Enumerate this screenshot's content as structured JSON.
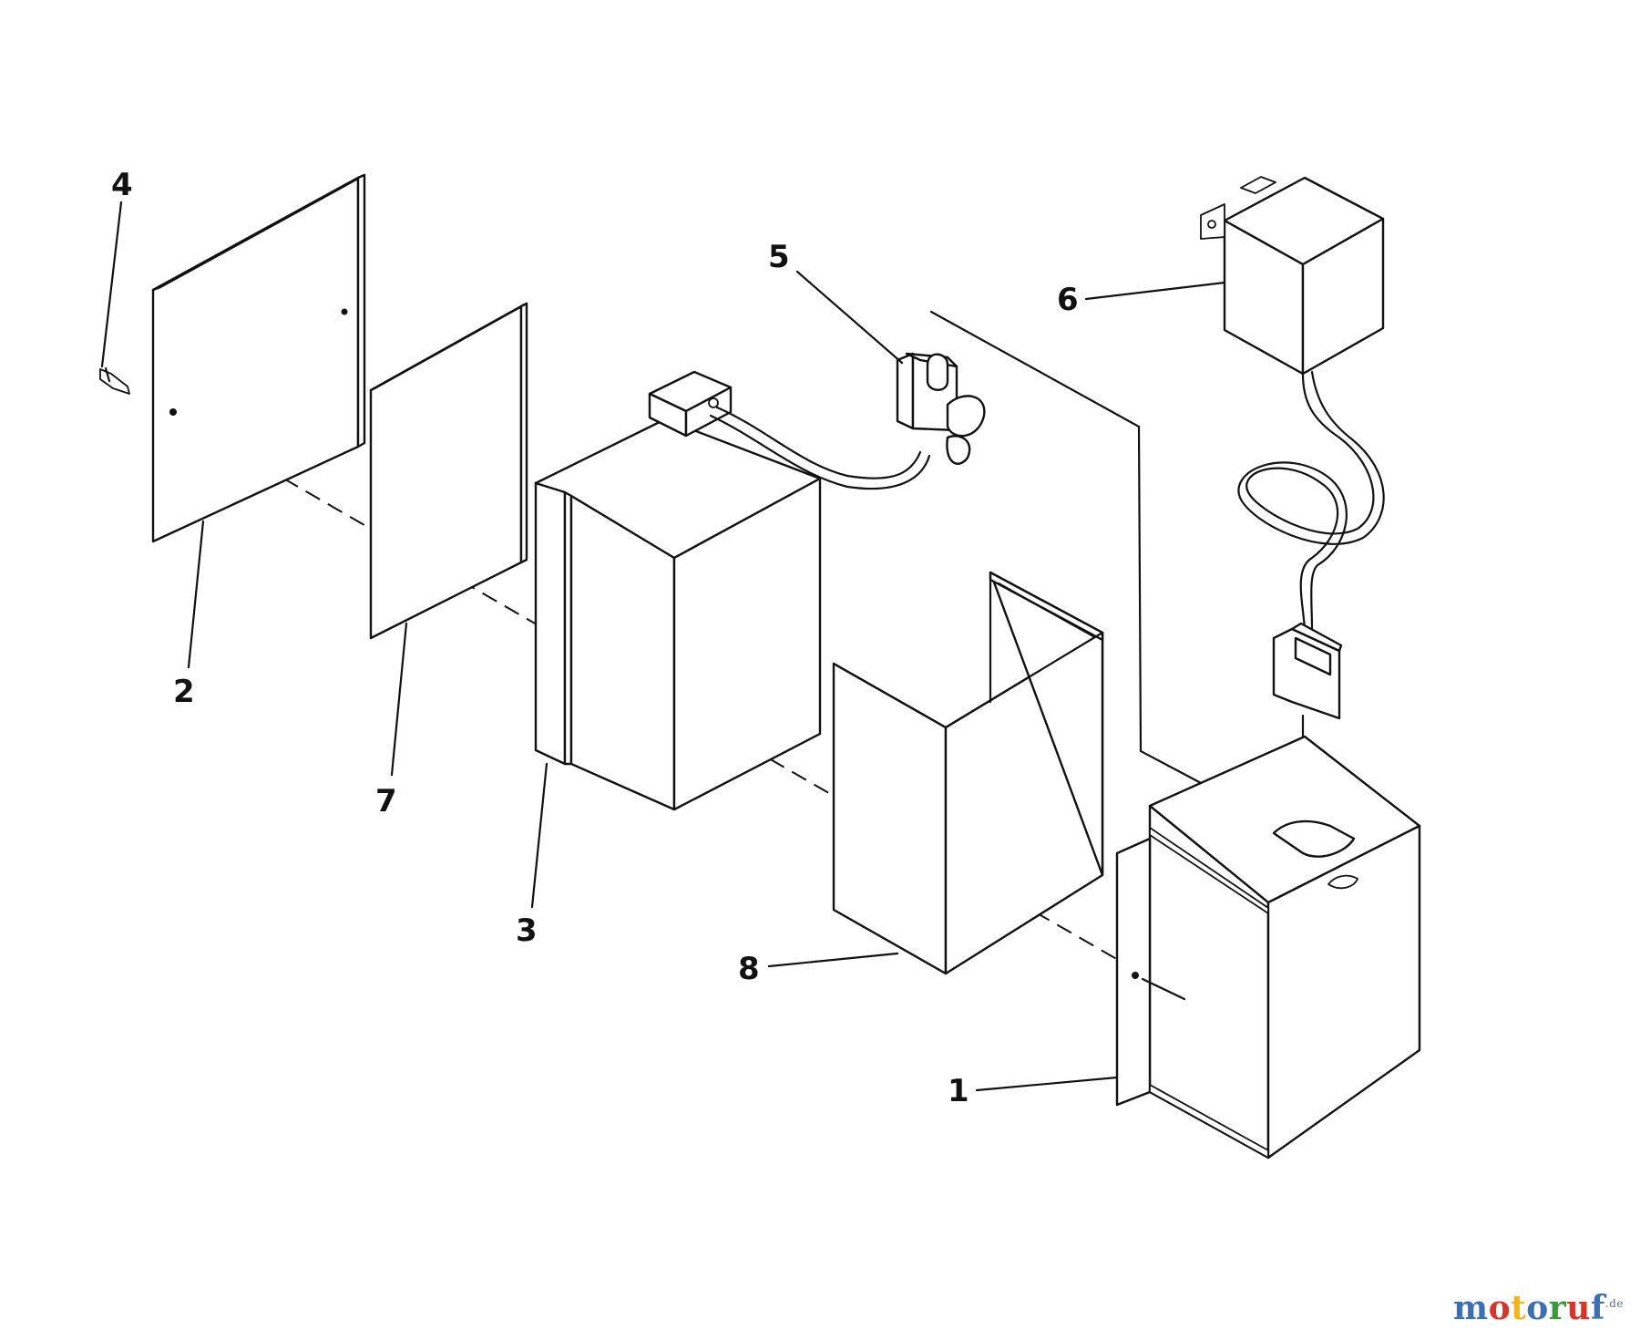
{
  "diagram": {
    "callouts": [
      {
        "id": "1",
        "text": "1"
      },
      {
        "id": "2",
        "text": "2"
      },
      {
        "id": "3",
        "text": "3"
      },
      {
        "id": "4",
        "text": "4"
      },
      {
        "id": "5",
        "text": "5"
      },
      {
        "id": "6",
        "text": "6"
      },
      {
        "id": "7",
        "text": "7"
      },
      {
        "id": "8",
        "text": "8"
      }
    ]
  },
  "watermark": {
    "letters": [
      {
        "char": "m",
        "color": "#3b6fb6"
      },
      {
        "char": "o",
        "color": "#d8352a"
      },
      {
        "char": "t",
        "color": "#f2b51b"
      },
      {
        "char": "o",
        "color": "#3b6fb6"
      },
      {
        "char": "r",
        "color": "#3a9a3a"
      },
      {
        "char": "u",
        "color": "#d8352a"
      },
      {
        "char": "f",
        "color": "#3b6fb6"
      }
    ],
    "suffix": ".de"
  }
}
